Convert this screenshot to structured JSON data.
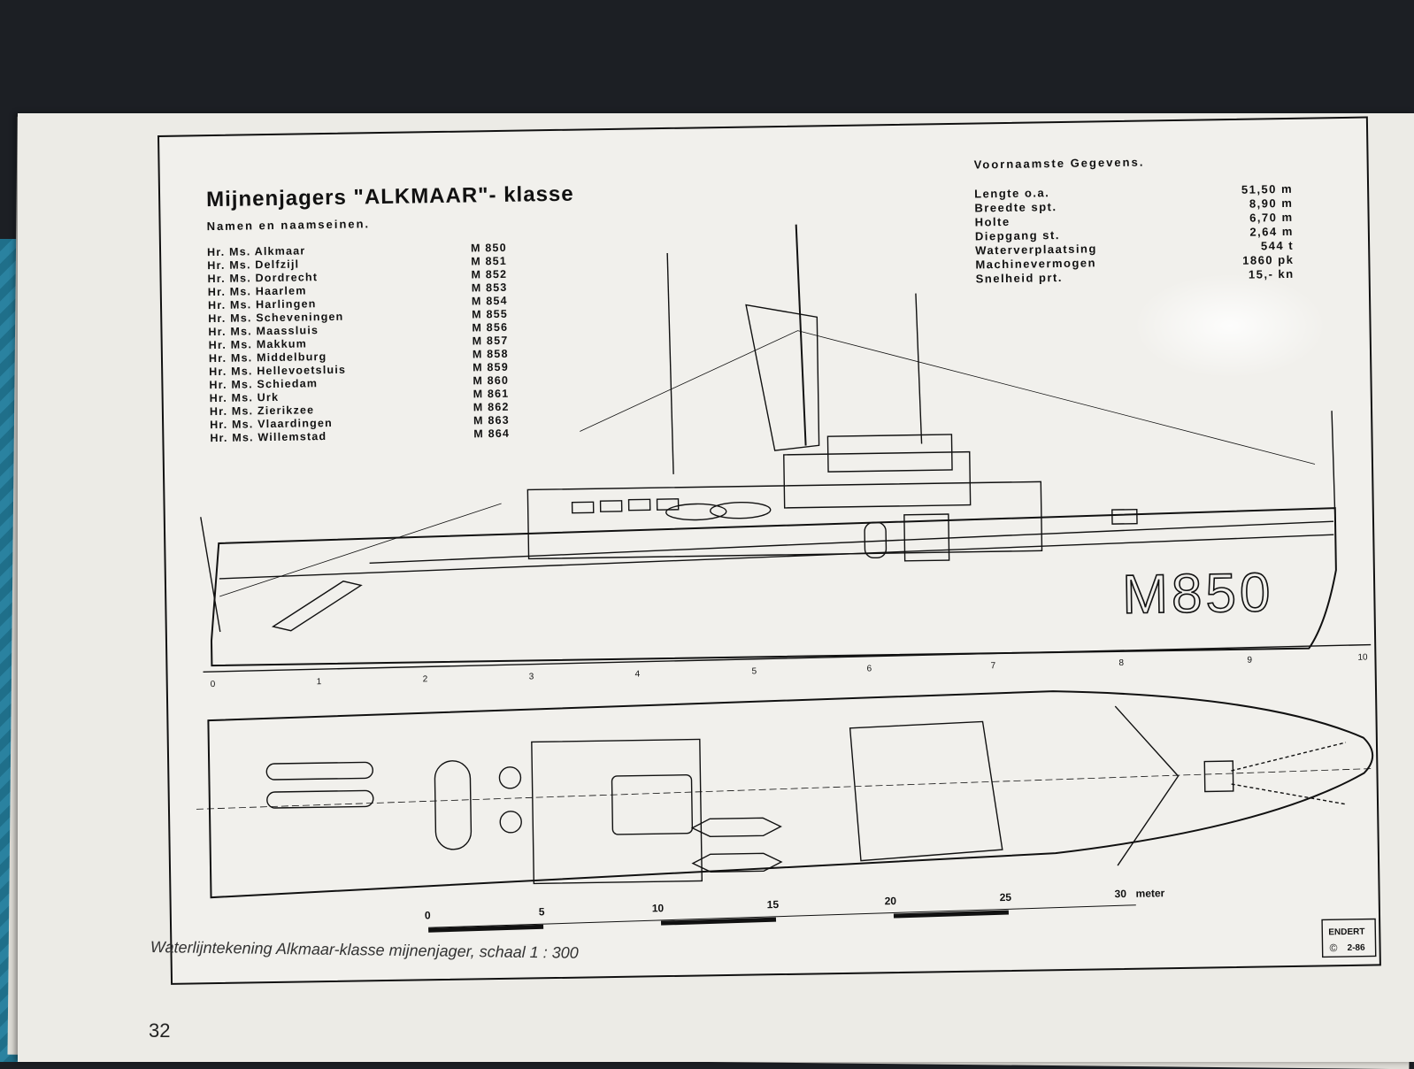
{
  "title": "Mijnenjagers \"ALKMAAR\"- klasse",
  "subtitle": "Namen en naamseinen.",
  "ships": [
    {
      "name": "Hr. Ms. Alkmaar",
      "code": "M 850"
    },
    {
      "name": "Hr. Ms. Delfzijl",
      "code": "M 851"
    },
    {
      "name": "Hr. Ms. Dordrecht",
      "code": "M 852"
    },
    {
      "name": "Hr. Ms. Haarlem",
      "code": "M 853"
    },
    {
      "name": "Hr. Ms. Harlingen",
      "code": "M 854"
    },
    {
      "name": "Hr. Ms. Scheveningen",
      "code": "M 855"
    },
    {
      "name": "Hr. Ms. Maassluis",
      "code": "M 856"
    },
    {
      "name": "Hr. Ms. Makkum",
      "code": "M 857"
    },
    {
      "name": "Hr. Ms. Middelburg",
      "code": "M 858"
    },
    {
      "name": "Hr. Ms. Hellevoetsluis",
      "code": "M 859"
    },
    {
      "name": "Hr. Ms. Schiedam",
      "code": "M 860"
    },
    {
      "name": "Hr. Ms. Urk",
      "code": "M 861"
    },
    {
      "name": "Hr. Ms. Zierikzee",
      "code": "M 862"
    },
    {
      "name": "Hr. Ms. Vlaardingen",
      "code": "M 863"
    },
    {
      "name": "Hr. Ms. Willemstad",
      "code": "M 864"
    }
  ],
  "specs": {
    "heading": "Voornaamste Gegevens.",
    "rows": [
      {
        "label": "Lengte o.a.",
        "value": "51,50 m"
      },
      {
        "label": "Breedte spt.",
        "value": "8,90 m"
      },
      {
        "label": "Holte",
        "value": "6,70 m"
      },
      {
        "label": "Diepgang st.",
        "value": "2,64 m"
      },
      {
        "label": "Waterverplaatsing",
        "value": "544 t"
      },
      {
        "label": "Machinevermogen",
        "value": "1860 pk"
      },
      {
        "label": "Snelheid prt.",
        "value": "15,- kn"
      }
    ]
  },
  "hull_number": "M850",
  "station_ticks": [
    "0",
    "1",
    "2",
    "3",
    "4",
    "5",
    "6",
    "7",
    "8",
    "9",
    "10"
  ],
  "scale_bar": {
    "ticks": [
      "0",
      "5",
      "10",
      "15",
      "20",
      "25",
      "30"
    ],
    "unit": "meter"
  },
  "signature": {
    "name": "ENDERT",
    "date": "2-86"
  },
  "caption": "Waterlijntekening Alkmaar-klasse mijnenjager, schaal 1 : 300",
  "page_number": "32"
}
